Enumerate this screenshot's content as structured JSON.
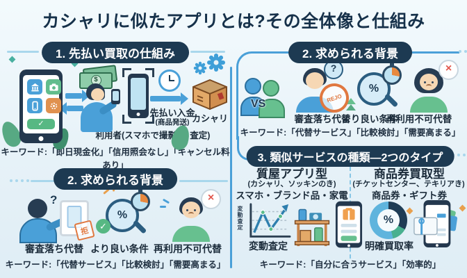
{
  "title": "カシャリに似たアプリとは?その全体像と仕組み",
  "colors": {
    "navy": "#1d3a52",
    "accent_blue": "#4aa0d8",
    "green": "#67c08f",
    "orange": "#e0914f",
    "red": "#e2574d"
  },
  "section1": {
    "header": "1. 先払い買取の仕組み",
    "prepaid_label": "先払い入金",
    "shipping_label": "(商品発送)",
    "brand_label": "カシャリ",
    "user_label": "利用者(スマホで撮影 → 査定)",
    "keywords": "キーワード:「即日現金化」「信用照会なし」「キャンセル料あり」"
  },
  "section2_left": {
    "header": "2. 求められる背景",
    "stamp_reject": "拒",
    "items": [
      {
        "label": "審査落ち代替"
      },
      {
        "label": "より良い条件"
      },
      {
        "label": "再利用不可代替"
      }
    ],
    "keywords": "キーワード:「代替サービス」「比較検討」「需要高まる」"
  },
  "section2_right": {
    "header": "2. 求められる背景",
    "vs_label": "VS",
    "stamp_rejo": "REJO",
    "items": [
      {
        "label": "審査落ち代替"
      },
      {
        "label": "より良い条件"
      },
      {
        "label": "再利用不可代替"
      }
    ],
    "keywords": "キーワード:「代替サービス」「比較検討」「需要高まる」"
  },
  "section3": {
    "header": "3. 類似サービスの種類—2つのタイプ",
    "type_left": {
      "title": "質屋アプリ型",
      "subtitle": "(カシャリ、ソッキンのき)",
      "items": "スマホ・ブランド品・家電",
      "chart_axis_label": "変動査定",
      "chart_label": "変動査定"
    },
    "type_right": {
      "title": "商品券買取型",
      "subtitle": "(チケットセンター、テキリアき)",
      "items": "商品券・ギフト券",
      "donut_label": "%",
      "chart_label": "明確買取率"
    },
    "keywords": "キーワード:「自分に合うサービス」「効率的」"
  },
  "glyphs": {
    "question": "?",
    "percent": "%",
    "cross": "×",
    "check": "✓",
    "dollar": "$"
  }
}
